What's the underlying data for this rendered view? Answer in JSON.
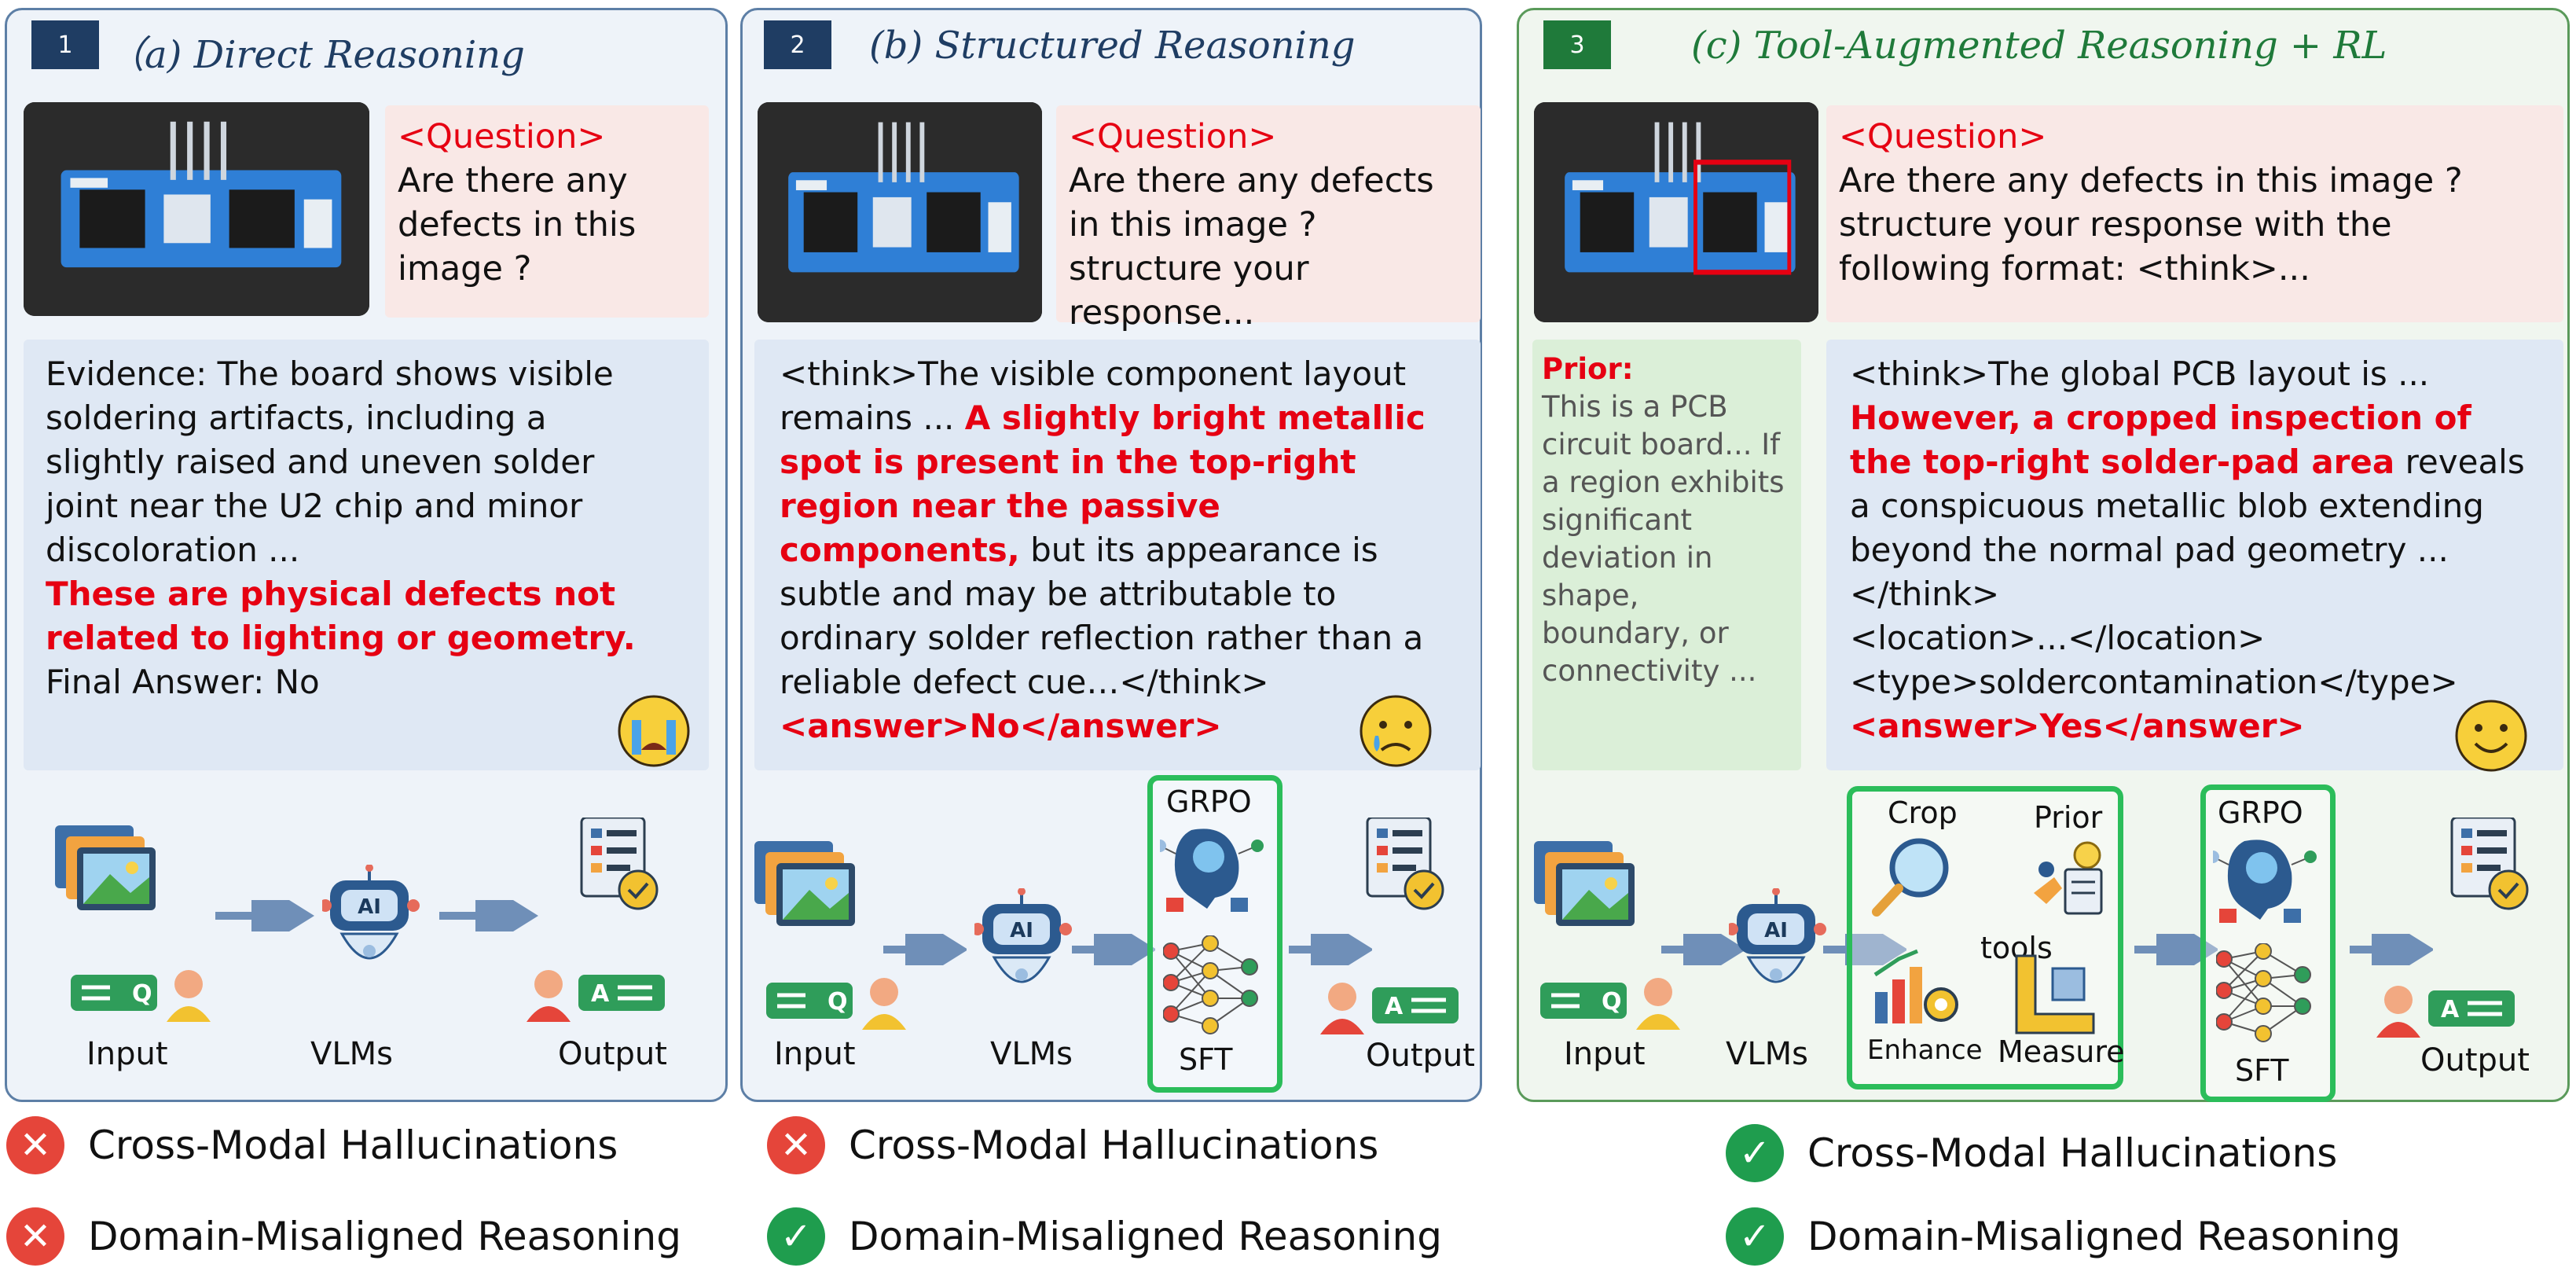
{
  "panels": [
    {
      "number": "1",
      "title": "（a) Direct Reasoning",
      "question_label": "<Question>",
      "question": "Are there any defects in this image ?",
      "answer_lines": [
        "Evidence: The board shows visible",
        "soldering artifacts, including a",
        "slightly raised and uneven solder",
        "joint near the U2 chip and minor",
        "discoloration ..."
      ],
      "answer_red": "These are physical defects not related to lighting or geometry.",
      "answer_final": "Final Answer: No",
      "emoji": "crying-face",
      "flow": {
        "input": "Input",
        "model": "VLMs",
        "output": "Output"
      }
    },
    {
      "number": "2",
      "title": "(b) Structured Reasoning",
      "question_label": "<Question>",
      "question": "Are there any defects in this image ?structure your response...",
      "answer_pre": "<think>The visible component layout remains ... ",
      "answer_red": "A slightly bright metallic spot is present in the top-right region near the passive components,",
      "answer_post": " but its appearance is subtle and may be attributable to ordinary solder reflection rather than a reliable defect cue…</think>",
      "answer_tag": "<answer>No</answer>",
      "emoji": "sad-face",
      "flow": {
        "input": "Input",
        "model": "VLMs",
        "grpo": "GRPO",
        "sft": "SFT",
        "output": "Output"
      }
    },
    {
      "number": "3",
      "title": "(c) Tool-Augmented Reasoning + RL",
      "question_label": "<Question>",
      "question": "Are there any defects in this image ? structure your response with the following format: <think>...",
      "prior_label": "Prior:",
      "prior_text": "This is a PCB circuit board... If a region exhibits significant deviation in shape, boundary, or connectivity ...",
      "answer_pre": "<think>The global PCB layout is ... ",
      "answer_red": "However, a cropped inspection of the top-right solder-pad area",
      "answer_post": " reveals a conspicuous metallic blob extending beyond the normal pad geometry ...</think>",
      "answer_loc": "<location>...</location>",
      "answer_type": "<type>soldercontamination</type>",
      "answer_tag": "<answer>Yes</answer>",
      "emoji": "smile-face",
      "flow": {
        "input": "Input",
        "model": "VLMs",
        "crop": "Crop",
        "prior": "Prior",
        "tools": "tools",
        "enhance": "Enhance",
        "measure": "Measure",
        "grpo": "GRPO",
        "sft": "SFT",
        "output": "Output"
      }
    }
  ],
  "status": [
    {
      "hallucination": "Cross-Modal Hallucinations",
      "hall_ok": false,
      "domain": "Domain-Misaligned Reasoning",
      "dom_ok": false
    },
    {
      "hallucination": "Cross-Modal Hallucinations",
      "hall_ok": false,
      "domain": "Domain-Misaligned Reasoning",
      "dom_ok": true
    },
    {
      "hallucination": "Cross-Modal Hallucinations",
      "hall_ok": true,
      "domain": "Domain-Misaligned Reasoning",
      "dom_ok": true
    }
  ],
  "colors": {
    "red": "#e60012",
    "blue": "#1f3d63",
    "green": "#1f7a3a",
    "box_green": "#2bbd5a"
  }
}
